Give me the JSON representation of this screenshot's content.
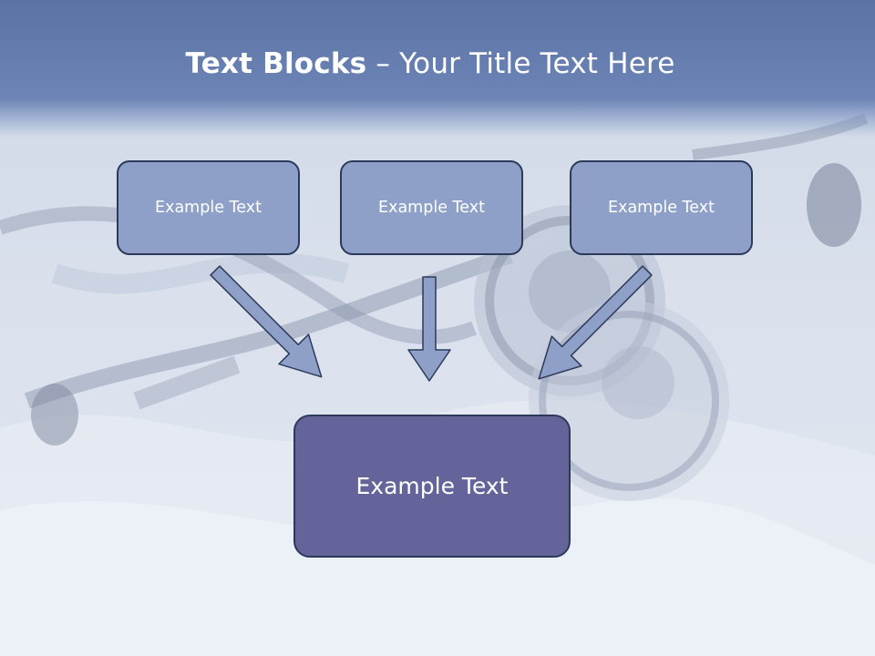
{
  "slide": {
    "title_bold": "Text Blocks",
    "title_dash": " – ",
    "title_rest": "Your Title Text Here"
  },
  "blocks": {
    "left": "Example Text",
    "center": "Example Text",
    "right": "Example Text",
    "main": "Example Text"
  },
  "colors": {
    "header": "#6c84b6",
    "small_block": "#8ea0c8",
    "main_block": "#65649a",
    "arrow": "#8ea0c8",
    "outline": "#2c3a5a"
  }
}
